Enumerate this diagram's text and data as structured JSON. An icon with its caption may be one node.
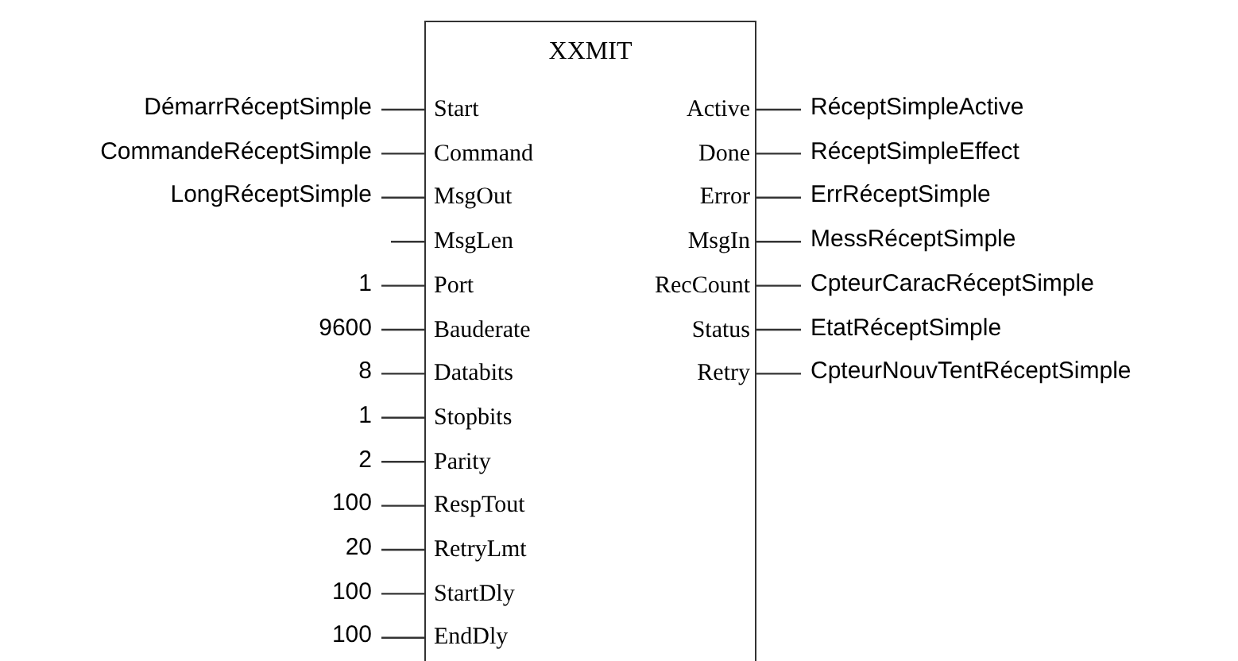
{
  "diagram": {
    "nodes": [
      {
        "text": [
          "XXMIT"
        ]
      },
      {
        "text": [
          "Start"
        ],
        "in": 0
      },
      {
        "text": [
          "Command"
        ],
        "in": 0
      },
      {
        "text": [
          "MsgOut"
        ],
        "in": 0
      },
      {
        "text": [
          "MsgLen"
        ],
        "in": 0
      },
      {
        "text": [
          "Port"
        ],
        "in": 0
      },
      {
        "text": [
          "Bauderate"
        ],
        "in": 0
      },
      {
        "text": [
          "Databits"
        ],
        "in": 0
      },
      {
        "text": [
          "Stopbits"
        ],
        "in": 0
      },
      {
        "text": [
          "Parity"
        ],
        "in": 0
      },
      {
        "text": [
          "RespTout"
        ],
        "in": 0
      },
      {
        "text": [
          "RetryLmt"
        ],
        "in": 0
      },
      {
        "text": [
          "StartDly"
        ],
        "in": 0
      },
      {
        "text": [
          "EndDly"
        ],
        "in": 0
      },
      {
        "text": [
          "Active"
        ],
        "in": 0
      },
      {
        "text": [
          "Done"
        ],
        "in": 0
      },
      {
        "text": [
          "Error"
        ],
        "in": 0
      },
      {
        "text": [
          "MsgIn"
        ],
        "in": 0
      },
      {
        "text": [
          "RecCount"
        ],
        "in": 0
      },
      {
        "text": [
          "Status"
        ],
        "in": 0
      },
      {
        "text": [
          "Retry"
        ],
        "in": 0
      },
      {
        "text": [
          "DémarrRéceptSimple"
        ]
      },
      {
        "text": [
          "CommandeRéceptSimple"
        ]
      },
      {
        "text": [
          "LongRéceptSimple"
        ]
      },
      {
        "text": [
          "1"
        ]
      },
      {
        "text": [
          "9600"
        ]
      },
      {
        "text": [
          "8"
        ]
      },
      {
        "text": [
          "1"
        ]
      },
      {
        "text": [
          "2"
        ]
      },
      {
        "text": [
          "100"
        ]
      },
      {
        "text": [
          "20"
        ]
      },
      {
        "text": [
          "100"
        ]
      },
      {
        "text": [
          "100"
        ]
      },
      {
        "text": [
          "RéceptSimpleActive"
        ]
      },
      {
        "text": [
          "RéceptSimpleEffect"
        ]
      },
      {
        "text": [
          "ErrRéceptSimple"
        ]
      },
      {
        "text": [
          "MessRéceptSimple"
        ]
      },
      {
        "text": [
          "CpteurCaracRéceptSimple"
        ]
      },
      {
        "text": [
          "EtatRéceptSimple"
        ]
      },
      {
        "text": [
          "CpteurNouvTentRéceptSimple"
        ]
      }
    ],
    "edges": [
      {
        "from": 21,
        "to": 1,
        "arrow": "none"
      },
      {
        "from": 22,
        "to": 2,
        "arrow": "none"
      },
      {
        "from": 23,
        "to": 3,
        "arrow": "none"
      },
      {
        "from": null,
        "to": 4,
        "arrow": "none"
      },
      {
        "from": 24,
        "to": 5,
        "arrow": "none"
      },
      {
        "from": 25,
        "to": 6,
        "arrow": "none"
      },
      {
        "from": 26,
        "to": 7,
        "arrow": "none"
      },
      {
        "from": 27,
        "to": 8,
        "arrow": "none"
      },
      {
        "from": 28,
        "to": 9,
        "arrow": "none"
      },
      {
        "from": 29,
        "to": 10,
        "arrow": "none"
      },
      {
        "from": 30,
        "to": 11,
        "arrow": "none"
      },
      {
        "from": 31,
        "to": 12,
        "arrow": "none"
      },
      {
        "from": 32,
        "to": 13,
        "arrow": "none"
      },
      {
        "from": 14,
        "to": 33,
        "arrow": "none"
      },
      {
        "from": 15,
        "to": 34,
        "arrow": "none"
      },
      {
        "from": 16,
        "to": 35,
        "arrow": "none"
      },
      {
        "from": 17,
        "to": 36,
        "arrow": "none"
      },
      {
        "from": 18,
        "to": 37,
        "arrow": "none"
      },
      {
        "from": 19,
        "to": 38,
        "arrow": "none"
      },
      {
        "from": 20,
        "to": 39,
        "arrow": "none"
      }
    ]
  }
}
